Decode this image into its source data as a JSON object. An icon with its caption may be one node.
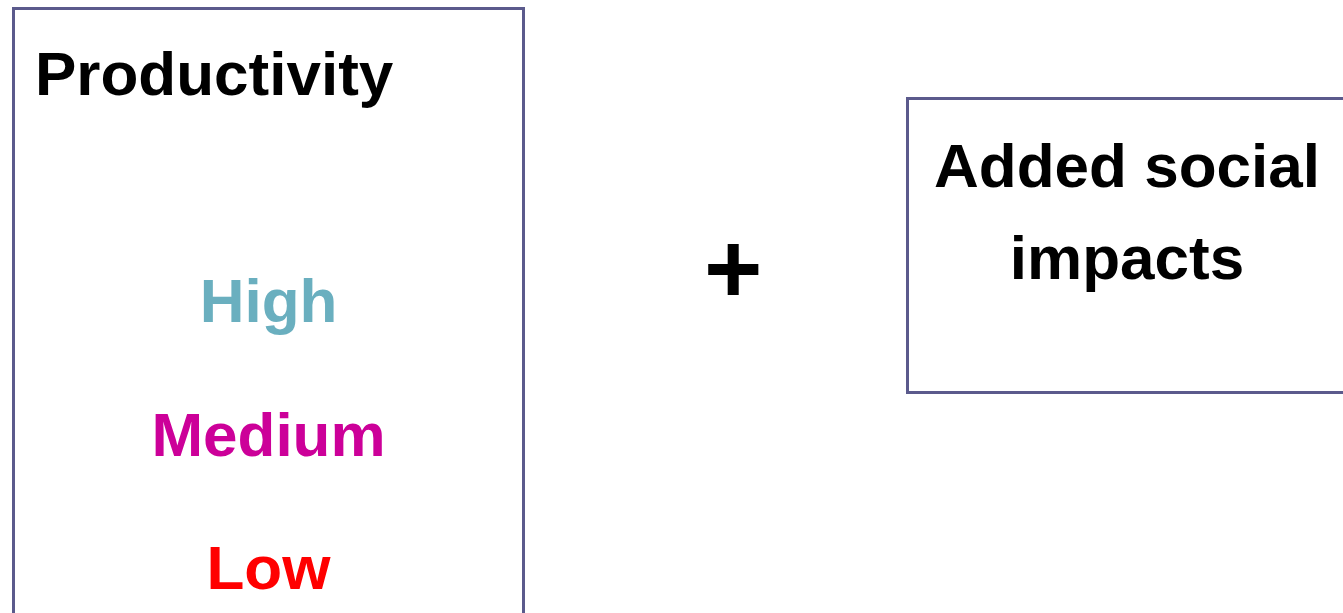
{
  "diagram": {
    "nodes": [
      {
        "text": [
          "Productivity",
          "High",
          "Medium",
          "Low"
        ]
      },
      {
        "text": [
          "Added social impacts"
        ]
      }
    ],
    "edges": [],
    "labels": [
      "+"
    ]
  }
}
